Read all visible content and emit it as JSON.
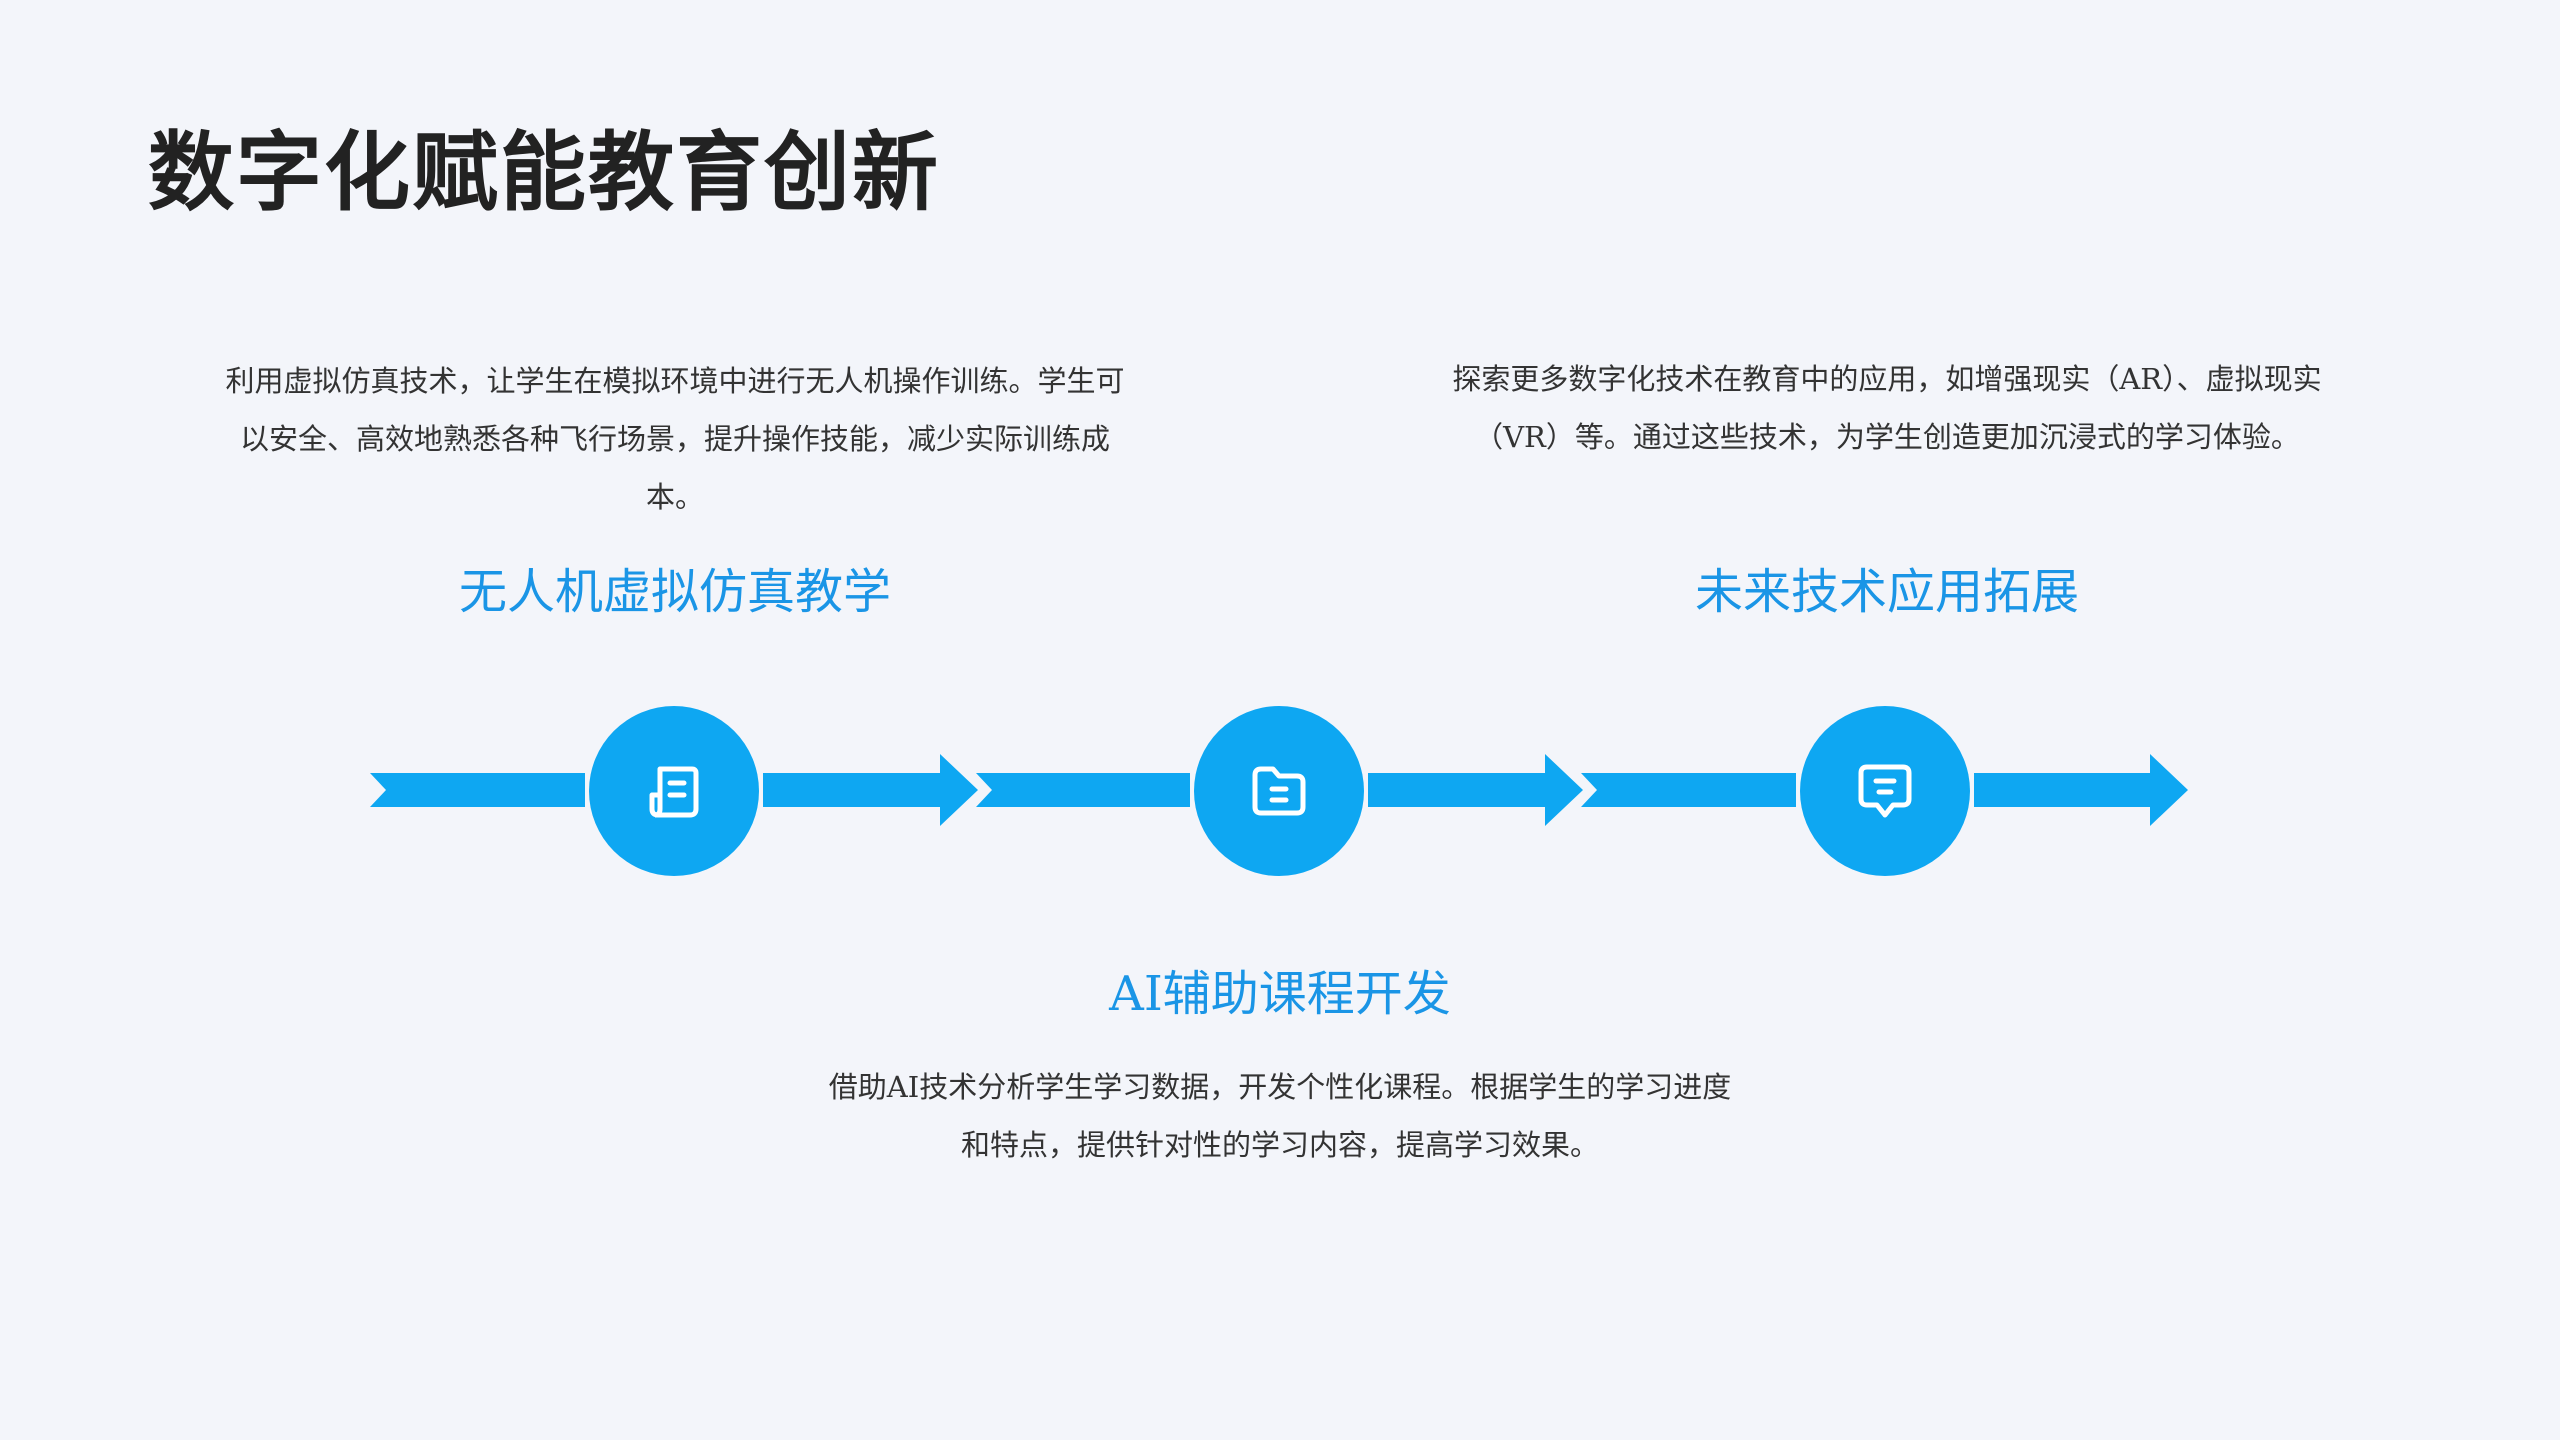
{
  "title": "数字化赋能教育创新",
  "items": [
    {
      "heading": "无人机虚拟仿真教学",
      "description": "利用虚拟仿真技术，让学生在模拟环境中进行无人机操作训练。学生可以安全、高效地熟悉各种飞行场景，提升操作技能，减少实际训练成本。",
      "icon": "document-icon"
    },
    {
      "heading": "AI辅助课程开发",
      "description": "借助AI技术分析学生学习数据，开发个性化课程。根据学生的学习进度和特点，提供针对性的学习内容，提高学习效果。",
      "icon": "folder-icon"
    },
    {
      "heading": "未来技术应用拓展",
      "description": "探索更多数字化技术在教育中的应用，如增强现实（AR）、虚拟现实（VR）等。通过这些技术，为学生创造更加沉浸式的学习体验。",
      "icon": "message-icon"
    }
  ],
  "colors": {
    "accent": "#0ea7f2",
    "heading": "#1a95e6",
    "text": "#333333",
    "background": "#f3f5fa"
  }
}
